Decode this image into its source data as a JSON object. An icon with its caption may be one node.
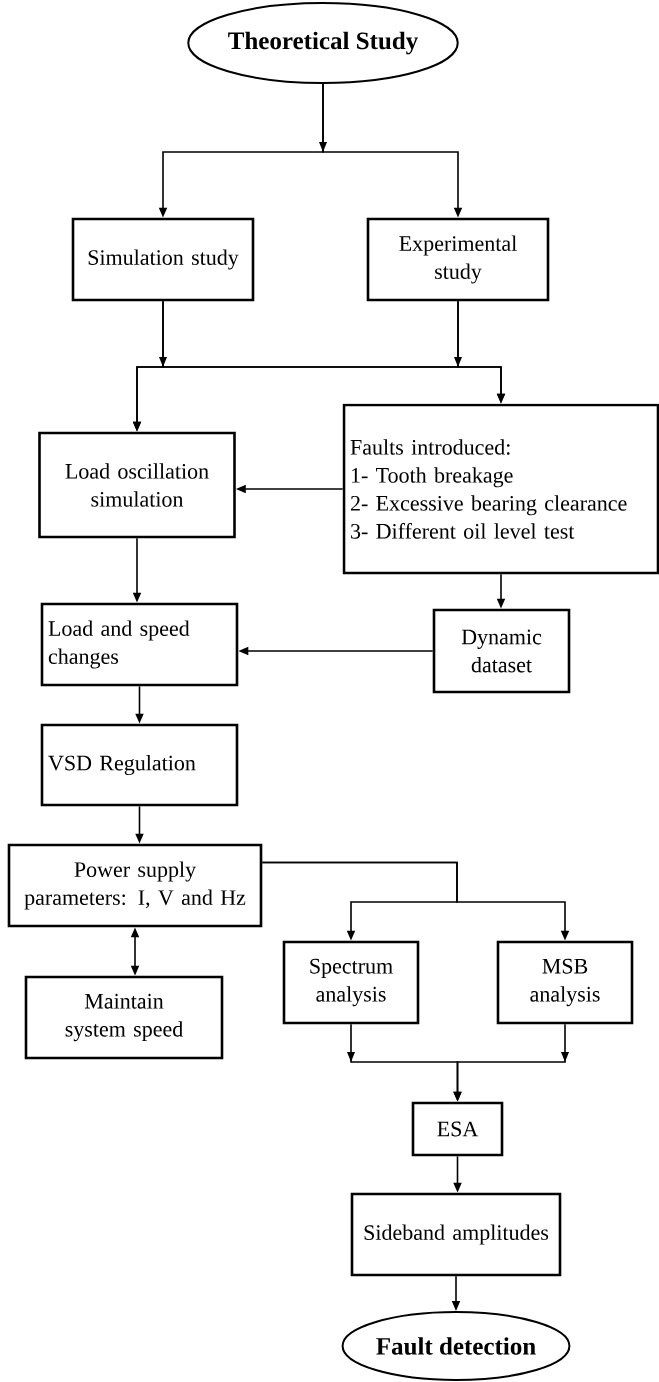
{
  "diagram": {
    "nodes": [
      {
        "text": [
          "Theoretical Study"
        ]
      },
      {
        "text": [
          "Simulation study"
        ]
      },
      {
        "text": [
          "Experimental study"
        ]
      },
      {
        "text": [
          "Load oscillation simulation"
        ]
      },
      {
        "text": [
          "Faults introduced:",
          "1- Tooth breakage",
          "2- Excessive bearing clearance",
          "3- Different oil level test"
        ]
      },
      {
        "text": [
          "Load and speed changes"
        ]
      },
      {
        "text": [
          "Dynamic dataset"
        ]
      },
      {
        "text": [
          "VSD Regulation"
        ]
      },
      {
        "text": [
          "Power supply parameters: I, V and Hz"
        ]
      },
      {
        "text": [
          "Maintain system speed"
        ]
      },
      {
        "text": [
          "Spectrum analysis"
        ]
      },
      {
        "text": [
          "MSB analysis"
        ]
      },
      {
        "text": [
          "ESA"
        ]
      },
      {
        "text": [
          "Sideband amplitudes"
        ]
      },
      {
        "text": [
          "Fault detection"
        ]
      }
    ],
    "edges": [
      {
        "from": 0,
        "to": 1,
        "arrow": "to"
      },
      {
        "from": 0,
        "to": 2,
        "arrow": "to"
      },
      {
        "from": 1,
        "to": 3,
        "arrow": "to"
      },
      {
        "from": 1,
        "to": 4,
        "arrow": "to"
      },
      {
        "from": 2,
        "to": 3,
        "arrow": "to"
      },
      {
        "from": 2,
        "to": 4,
        "arrow": "to"
      },
      {
        "from": 4,
        "to": 3,
        "arrow": "to"
      },
      {
        "from": 3,
        "to": 5,
        "arrow": "to"
      },
      {
        "from": 4,
        "to": 6,
        "arrow": "to"
      },
      {
        "from": 6,
        "to": 5,
        "arrow": "to"
      },
      {
        "from": 5,
        "to": 7,
        "arrow": "to"
      },
      {
        "from": 7,
        "to": 8,
        "arrow": "to"
      },
      {
        "from": 8,
        "to": 9,
        "arrow": "both"
      },
      {
        "from": 8,
        "to": 10,
        "arrow": "to"
      },
      {
        "from": 8,
        "to": 11,
        "arrow": "to"
      },
      {
        "from": 10,
        "to": 12,
        "arrow": "to"
      },
      {
        "from": 11,
        "to": 12,
        "arrow": "to"
      },
      {
        "from": 12,
        "to": 13,
        "arrow": "to"
      },
      {
        "from": 13,
        "to": 14,
        "arrow": "to"
      }
    ]
  }
}
